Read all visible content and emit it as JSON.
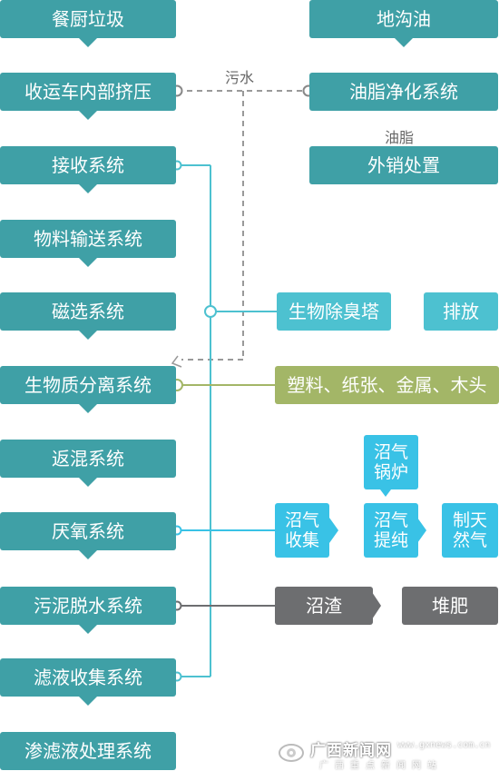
{
  "left_column": [
    "餐厨垃圾",
    "收运车内部挤压",
    "接收系统",
    "物料输送系统",
    "磁选系统",
    "生物质分离系统",
    "返混系统",
    "厌氧系统",
    "污泥脱水系统",
    "滤液收集系统",
    "渗滤液处理系统"
  ],
  "right_top": {
    "ditch_oil": "地沟油",
    "grease_purify": "油脂净化系统",
    "grease_label": "油脂",
    "sale": "外销处置",
    "sewage_label": "污水"
  },
  "deodor": {
    "tower": "生物除臭塔",
    "discharge": "排放"
  },
  "sorting_output": "塑料、纸张、金属、木头",
  "biogas": {
    "collect": [
      "沼气",
      "收集"
    ],
    "boiler": [
      "沼气",
      "锅炉"
    ],
    "purify": [
      "沼气",
      "提纯"
    ],
    "natural_gas": [
      "制天",
      "然气"
    ]
  },
  "residue": {
    "residue": "沼渣",
    "compost": "堆肥"
  },
  "watermark": {
    "title": "广西新闻网",
    "url": "www.gxnews.com.cn",
    "subtitle": "广西重点新闻网站"
  },
  "colors": {
    "teal": "#3fa0a6",
    "light_teal": "#4dc1d0",
    "cyan": "#39c2e6",
    "olive": "#a3b667",
    "gray": "#6d6e70",
    "dashed_line": "#999999"
  }
}
